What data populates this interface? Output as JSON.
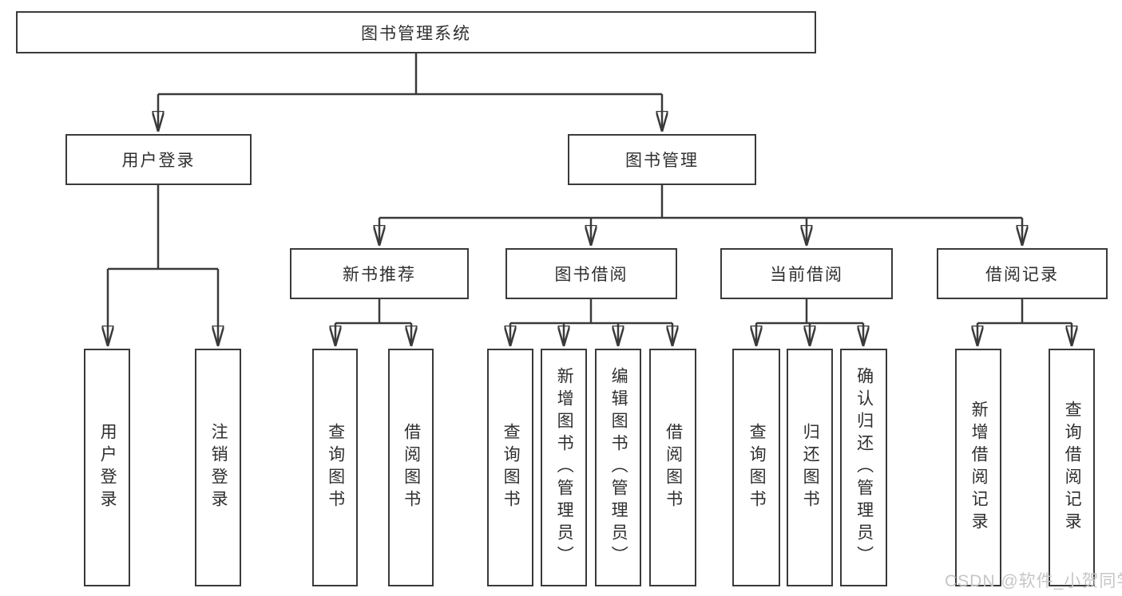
{
  "diagram": {
    "root": {
      "label": "图书管理系统"
    },
    "branches": [
      {
        "label": "用户登录",
        "children": [
          {
            "label": "用户登录"
          },
          {
            "label": "注销登录"
          }
        ]
      },
      {
        "label": "图书管理",
        "groups": [
          {
            "label": "新书推荐",
            "children": [
              {
                "label": "查询图书"
              },
              {
                "label": "借阅图书"
              }
            ]
          },
          {
            "label": "图书借阅",
            "children": [
              {
                "label": "查询图书"
              },
              {
                "label": "新增图书（管理员）"
              },
              {
                "label": "编辑图书（管理员）"
              },
              {
                "label": "借阅图书"
              }
            ]
          },
          {
            "label": "当前借阅",
            "children": [
              {
                "label": "查询图书"
              },
              {
                "label": "归还图书"
              },
              {
                "label": "确认归还（管理员）"
              }
            ]
          },
          {
            "label": "借阅记录",
            "children": [
              {
                "label": "新增借阅记录"
              },
              {
                "label": "查询借阅记录"
              }
            ]
          }
        ]
      }
    ]
  },
  "watermark": {
    "text": "CSDN @软件_小贺同学"
  },
  "colors": {
    "line": "#3a3a3a",
    "text": "#2f2f2f",
    "watermark": "#c6c6c6",
    "background": "#ffffff"
  }
}
